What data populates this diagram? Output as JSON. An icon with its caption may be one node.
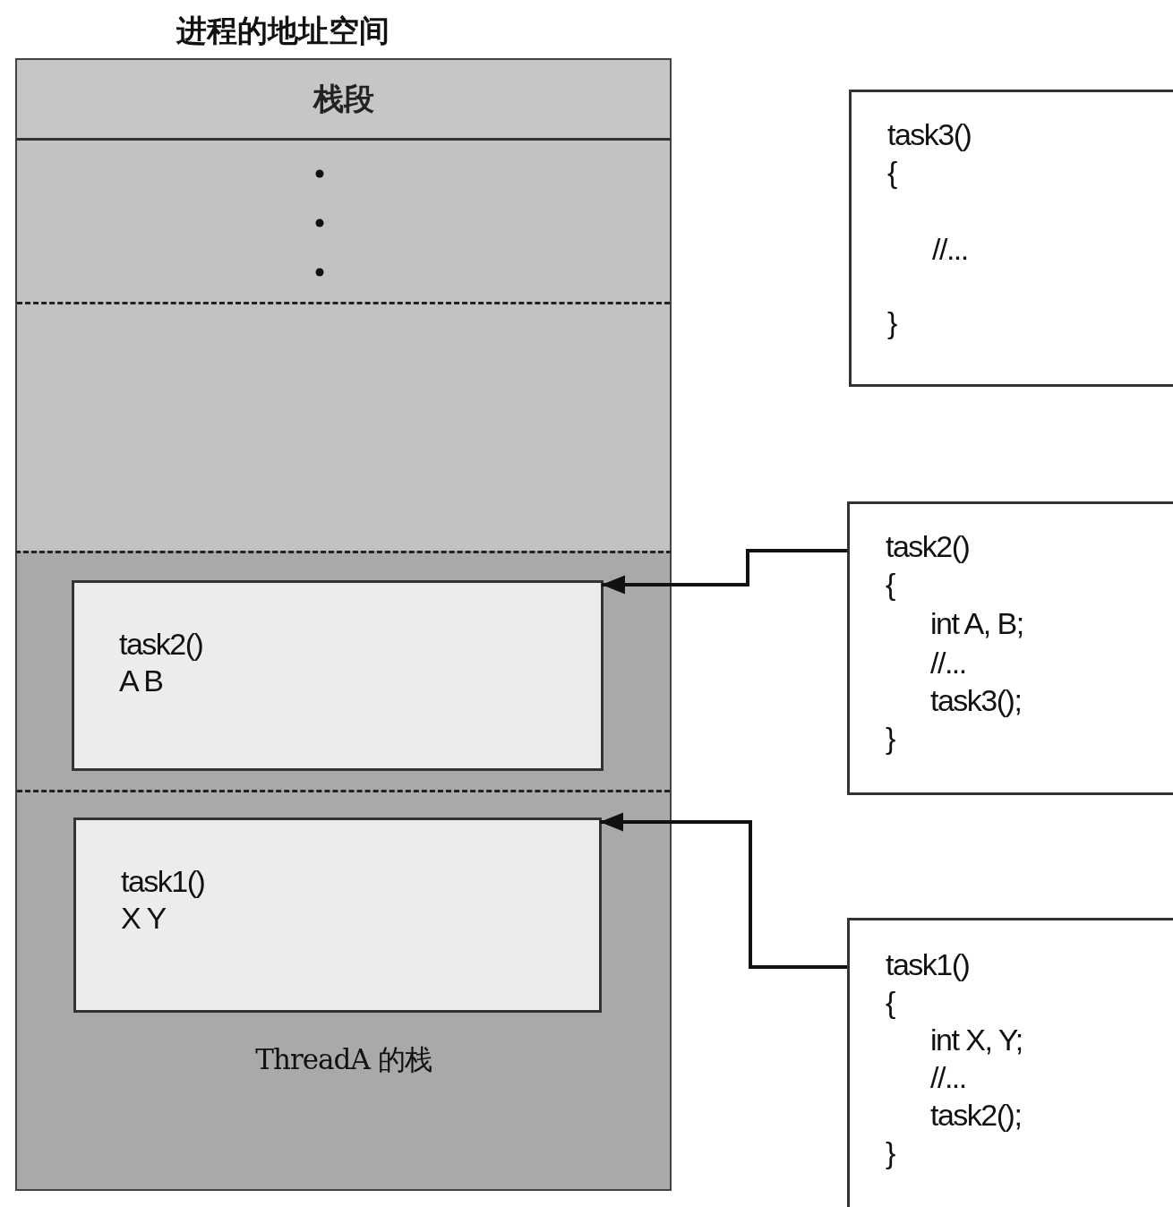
{
  "diagram": {
    "nodes": [
      {
        "text": [
          "进程的地址空间",
          "栈段"
        ]
      },
      {
        "text": [
          "ThreadA 的栈"
        ],
        "in": 0
      },
      {
        "text": [
          "task2() A B"
        ],
        "in": 1
      },
      {
        "text": [
          "task1() X Y"
        ],
        "in": 1
      },
      {
        "text": [
          "task3()",
          "{",
          "//...",
          "}"
        ]
      },
      {
        "text": [
          "task2()",
          "{",
          "int A, B;",
          "//...",
          "task3();",
          "}"
        ]
      },
      {
        "text": [
          "task1()",
          "{",
          "int X, Y;",
          "//...",
          "task2();",
          "}"
        ]
      }
    ],
    "edges": [
      {
        "from": 5,
        "to": 2,
        "arrow": "to"
      },
      {
        "from": 6,
        "to": 3,
        "arrow": "to"
      }
    ]
  }
}
